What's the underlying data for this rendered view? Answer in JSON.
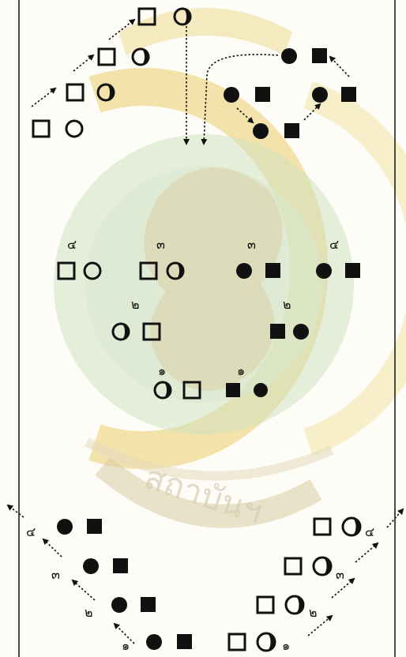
{
  "watermark": {
    "institute_text": "สถาบันฯ",
    "colors": {
      "yellow": "#f0dc93",
      "green": "#c9dcb8",
      "brown": "#d7c49f"
    }
  },
  "numerals": {
    "n1": "๑",
    "n2": "๒",
    "n3": "๓",
    "n4": "๔"
  },
  "groups": [
    {
      "id": "top-left-stairs",
      "label": ""
    },
    {
      "id": "top-right-cycle",
      "label": ""
    },
    {
      "id": "middle-level-4-3",
      "label": ""
    },
    {
      "id": "middle-level-2",
      "label": ""
    },
    {
      "id": "middle-level-1",
      "label": ""
    },
    {
      "id": "bottom-left-stairs",
      "label": ""
    },
    {
      "id": "bottom-right-stairs",
      "label": ""
    }
  ],
  "legend_symbols": {
    "hollow_square": "open square",
    "hollow_circle": "open circle",
    "half_circle": "crescent circle",
    "solid_square": "filled square",
    "solid_circle": "filled circle"
  }
}
